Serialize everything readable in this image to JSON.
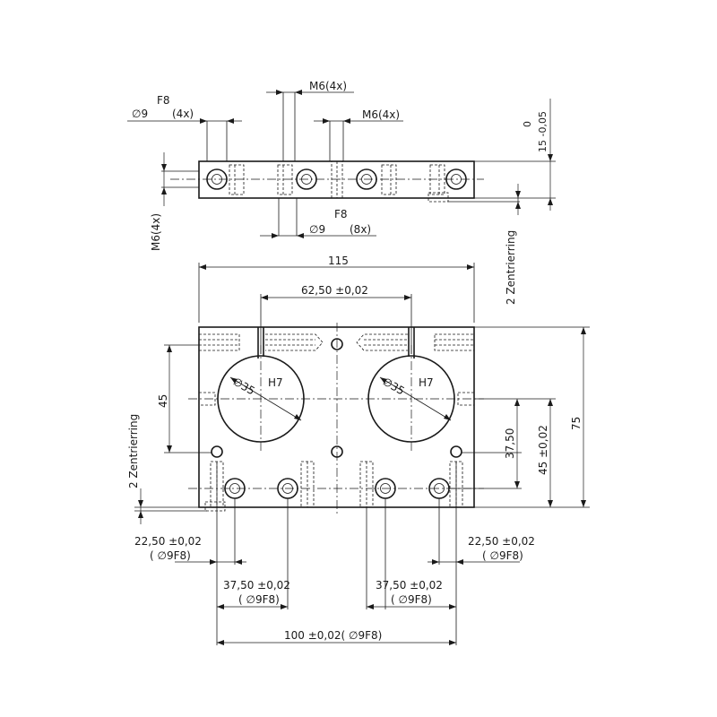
{
  "top_view": {
    "f8_label_left": "F8",
    "dia9_left": "∅9",
    "count_4x_left": "(4x)",
    "m6_top_a": "M6(4x)",
    "m6_top_b": "M6(4x)",
    "tol_0": "0",
    "tol_15": "15 -0,05",
    "m6_left_vertical": "M6(4x)",
    "f8_label_bottom": "F8",
    "dia9_bottom": "∅9",
    "count_8x_bottom": "(8x)",
    "zentrierung_right": "2 Zentrierring"
  },
  "front_view": {
    "dim_115": "115",
    "dim_62_50": "62,50 ±0,02",
    "dim_45_left": "45",
    "bore_left_dia": "∅35",
    "bore_left_fit": "H7",
    "bore_right_dia": "∅35",
    "bore_right_fit": "H7",
    "dim_37_50_right": "37,50",
    "dim_45_right": "45 ±0,02",
    "dim_75": "75",
    "zentrierung_left": "2 Zentrierring"
  },
  "bottom_dims": {
    "left_22_50": "22,50 ±0,02",
    "left_22_50_fit": "( ∅9F8)",
    "right_22_50": "22,50 ±0,02",
    "right_22_50_fit": "( ∅9F8)",
    "left_37_50": "37,50 ±0,02",
    "left_37_50_fit": "( ∅9F8)",
    "right_37_50": "37,50 ±0,02",
    "right_37_50_fit": "( ∅9F8)",
    "total_100": "100 ±0,02( ∅9F8)"
  }
}
